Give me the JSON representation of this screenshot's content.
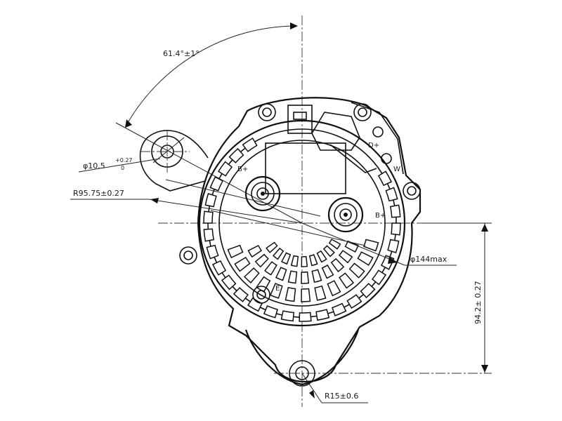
{
  "dimensions": {
    "angle": "61.4°±1°",
    "hole_diameter": "φ10.5",
    "hole_tol_upper": "+0.27",
    "hole_tol_lower": "0",
    "radius_mount": "R95.75±0.27",
    "diameter_max": "φ144max",
    "vertical_offset": "94.2± 0.27",
    "radius_bottom": "R15±0.6"
  },
  "terminals": {
    "b_plus_1": "B+",
    "b_plus_2": "B+",
    "d_plus": "D+",
    "w": "W",
    "e": "E"
  }
}
